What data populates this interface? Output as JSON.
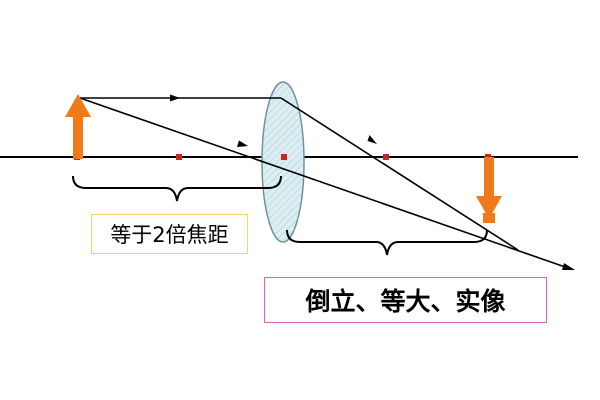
{
  "labels": {
    "object_distance": "等于2倍焦距",
    "image_properties": "倒立、等大、实像"
  },
  "colors": {
    "arrow": "#f07a1a",
    "focus_point": "#d42020",
    "lens_fill": "#dbeef2",
    "lens_outline": "#6f8f9f",
    "ray": "#000000",
    "object_label_border": "#f4d06f",
    "image_label_border": "#e05fc8"
  },
  "elements": {
    "object_arrow": "upward",
    "image_arrow": "downward",
    "lens": "convex"
  }
}
